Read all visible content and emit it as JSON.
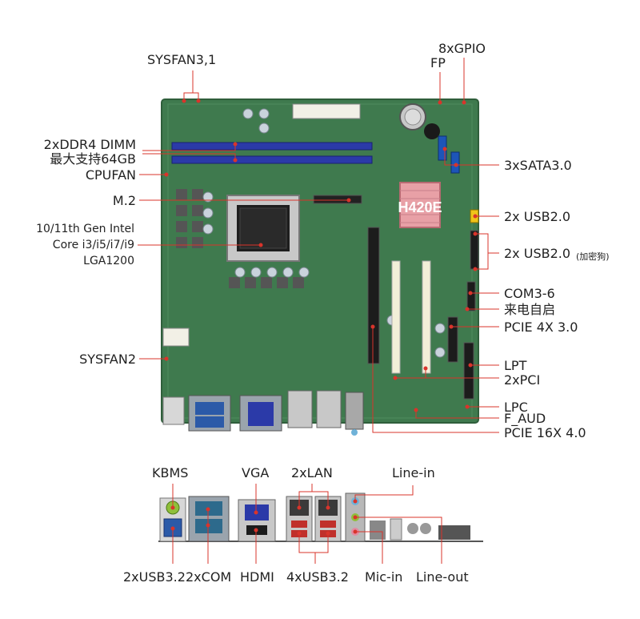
{
  "board_labels": {
    "sysfan31": "SYSFAN3,1",
    "gpio": "8xGPIO",
    "fp": "FP",
    "ddr4": "2xDDR4 DIMM",
    "ddr4_max": "最大支持64GB",
    "cpufan": "CPUFAN",
    "m2": "M.2",
    "cpu_line1": "10/11th Gen Intel",
    "cpu_line2": "Core i3/i5/i7/i9",
    "cpu_line3": "LGA1200",
    "sysfan2": "SYSFAN2",
    "sata": "3xSATA3.0",
    "usb20_a": "2x USB2.0",
    "usb20_b": "2x USB2.0",
    "usb20_b_note": "(加密狗)",
    "com": "COM3-6",
    "power_on": "来电自启",
    "pcie4x": "PCIE 4X 3.0",
    "lpt": "LPT",
    "pci": "2xPCI",
    "lpc": "LPC",
    "faud": "F_AUD",
    "pcie16x": "PCIE 16X 4.0",
    "chip": "H420E"
  },
  "io_labels": {
    "kbms": "KBMS",
    "vga": "VGA",
    "lan": "2xLAN",
    "line_in": "Line-in",
    "usb32_2": "2xUSB3.2",
    "com2": "2xCOM",
    "hdmi": "HDMI",
    "usb32_4": "4xUSB3.2",
    "mic_in": "Mic-in",
    "line_out": "Line-out"
  },
  "colors": {
    "pcb": "#3f7a4e",
    "dimm": "#2b3aa8",
    "callout": "#d9342b",
    "text": "#222222"
  }
}
